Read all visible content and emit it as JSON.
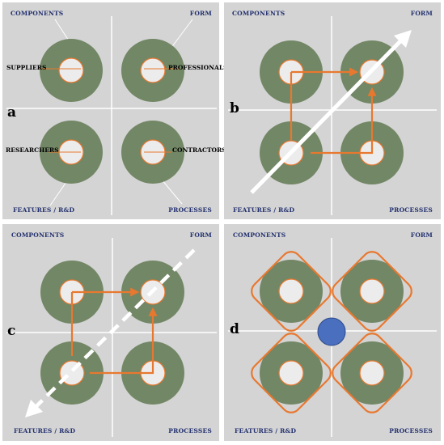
{
  "colors": {
    "panel_bg": "#d4d4d4",
    "circle_outer": "#728765",
    "circle_inner": "#ececec",
    "accent_orange": "#e8782f",
    "arrow_white": "#ffffff",
    "center_blue": "#4a6fbf",
    "corner_text": "#22306e"
  },
  "panels": [
    {
      "label": "a",
      "corners": {
        "top_left": "COMPONENTS",
        "top_right": "FORM",
        "bottom_left": "FEATURES / R&D",
        "bottom_right": "PROCESSES"
      },
      "actors": {
        "top_left": "SUPPLIERS",
        "top_right": "PROFESSIONALS",
        "bottom_left": "RESEARCHERS",
        "bottom_right": "CONTRACTORS"
      }
    },
    {
      "label": "b",
      "corners": {
        "top_left": "COMPONENTS",
        "top_right": "FORM",
        "bottom_left": "FEATURES / R&D",
        "bottom_right": "PROCESSES"
      }
    },
    {
      "label": "c",
      "corners": {
        "top_left": "COMPONENTS",
        "top_right": "FORM",
        "bottom_left": "FEATURES / R&D",
        "bottom_right": "PROCESSES"
      }
    },
    {
      "label": "d",
      "corners": {
        "top_left": "COMPONENTS",
        "top_right": "FORM",
        "bottom_left": "FEATURES / R&D",
        "bottom_right": "PROCESSES"
      }
    }
  ]
}
